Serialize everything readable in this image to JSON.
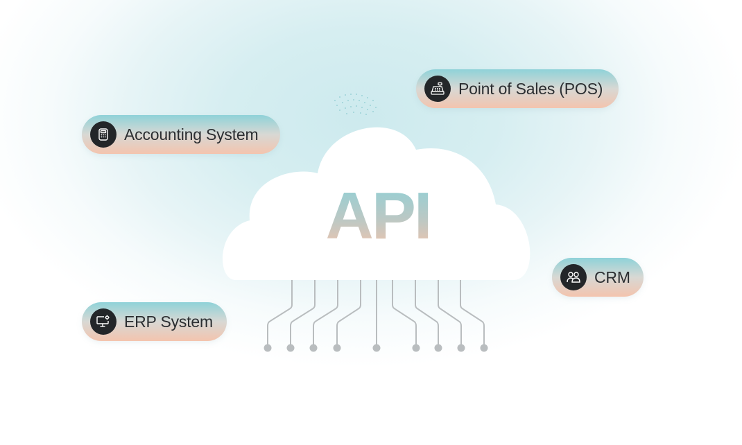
{
  "diagram": {
    "center_label": "API",
    "center_shape": "cloud",
    "connector_count": 9,
    "nodes": [
      {
        "label": "Accounting System",
        "icon": "calculator-icon"
      },
      {
        "label": "Point of Sales (POS)",
        "icon": "cash-register-icon"
      },
      {
        "label": "CRM",
        "icon": "users-icon"
      },
      {
        "label": "ERP System",
        "icon": "monitor-gear-icon"
      }
    ]
  },
  "colors": {
    "accent_teal": "#8fd2d8",
    "accent_peach": "#f3c4ae",
    "icon_bg": "#232629",
    "connector": "#b9bdbf",
    "background": "#d6eef1"
  }
}
